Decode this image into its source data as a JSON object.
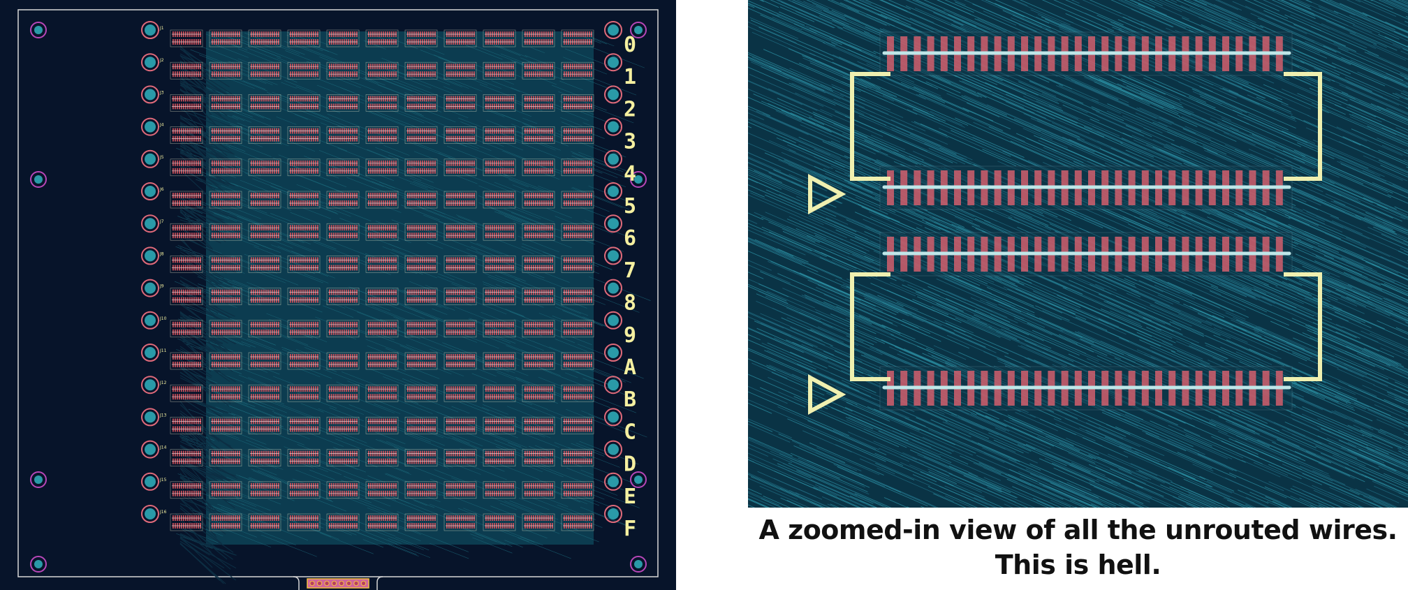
{
  "left_view": {
    "row_labels": [
      "0",
      "1",
      "2",
      "3",
      "4",
      "5",
      "6",
      "7",
      "8",
      "9",
      "A",
      "B",
      "C",
      "D",
      "E",
      "F"
    ],
    "left_pin_labels": [
      "J1",
      "J2",
      "J3",
      "J4",
      "J5",
      "J6",
      "J7",
      "J8",
      "J9",
      "J10",
      "J11",
      "J12",
      "J13",
      "J14",
      "J15",
      "J16"
    ],
    "grid_columns": 11,
    "colors": {
      "board_bg": "#07142a",
      "ratsnest": "#1d6f80",
      "copper_pad": "#c9505a",
      "silkscreen": "#f2f0d0",
      "mounting_hole": "#b847b8",
      "via_fill": "#2a9aa8",
      "edge_cut": "#d8d8d8"
    }
  },
  "zoom_view": {
    "groups": 2,
    "pads_per_row": 30,
    "colors": {
      "bg": "#0a3345",
      "ratsnest": "#2a8ca0",
      "pad": "#d9606e",
      "trace": "#bfe6e8",
      "silk": "#f0f0b0"
    }
  },
  "caption": {
    "line1": "A zoomed-in view of all the unrouted wires.",
    "line2": "This is hell."
  }
}
